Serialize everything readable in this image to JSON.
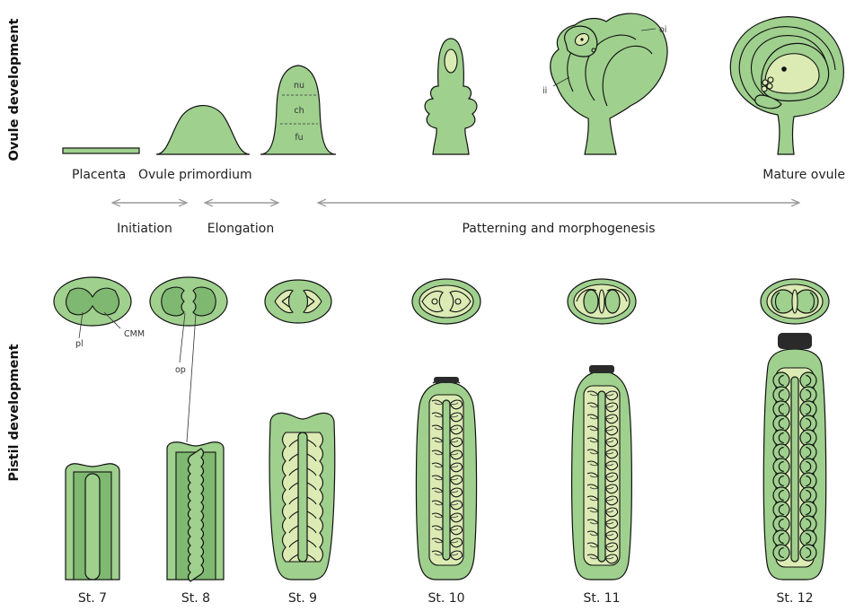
{
  "side_labels": {
    "ovule": "Ovule development",
    "pistil": "Pistil development"
  },
  "ovule_stages": {
    "placenta": "Placenta",
    "primordium": "Ovule primordium",
    "mature": "Mature ovule"
  },
  "zones": {
    "nu": "nu",
    "ch": "ch",
    "fu": "fu"
  },
  "integuments": {
    "inner": "ii",
    "outer": "oi"
  },
  "phases": {
    "initiation": "Initiation",
    "elongation": "Elongation",
    "patterning": "Patterning and morphogenesis"
  },
  "pistil_parts": {
    "pl": "pl",
    "cmm": "CMM",
    "op": "op"
  },
  "stages": [
    "St. 7",
    "St. 8",
    "St. 9",
    "St. 10",
    "St. 11",
    "St. 12"
  ],
  "colors": {
    "tissue": "#9fd08e",
    "dark_tissue": "#7fb870",
    "embryo_sac": "#dcebb4",
    "outline": "#111111",
    "arrow": "#9a9a9a"
  }
}
